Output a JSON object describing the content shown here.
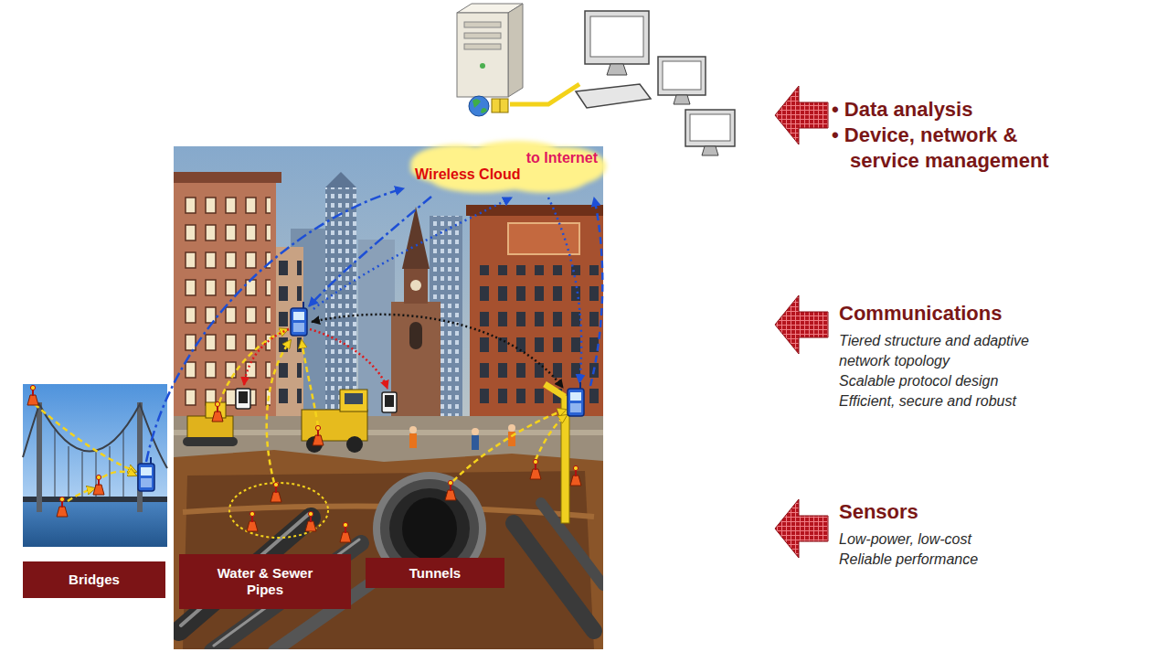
{
  "diagram": {
    "nodes": [
      {
        "text": [
          "to Internet",
          "Wireless Cloud"
        ]
      },
      {
        "text": [
          "Bridges"
        ]
      },
      {
        "text": [
          "Water & Sewer Pipes"
        ]
      },
      {
        "text": [
          "Tunnels"
        ]
      }
    ],
    "labels": [
      "• Data analysis",
      "• Device, network & service management",
      "Communications",
      "Tiered structure and adaptive network topology",
      "Scalable protocol design",
      "Efficient, secure and robust",
      "Sensors",
      "Low-power, low-cost",
      "Reliable performance"
    ]
  }
}
